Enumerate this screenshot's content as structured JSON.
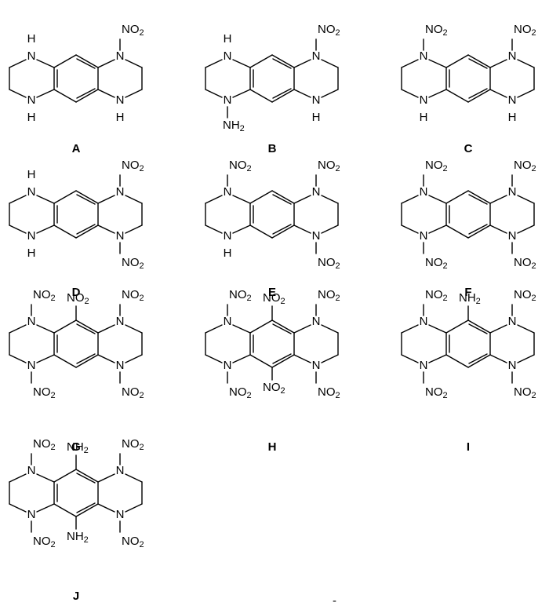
{
  "molecules": [
    {
      "label": "A",
      "nitro_n": [
        "n4"
      ],
      "top": null,
      "bottom": null
    },
    {
      "label": "B",
      "nitro_n": [
        "n4"
      ],
      "amino_n": [
        "n2"
      ],
      "top": null,
      "bottom": null
    },
    {
      "label": "C",
      "nitro_n": [
        "n1",
        "n4"
      ],
      "top": null,
      "bottom": null
    },
    {
      "label": "D",
      "nitro_n": [
        "n4",
        "n3"
      ],
      "top": null,
      "bottom": null
    },
    {
      "label": "E",
      "nitro_n": [
        "n1",
        "n4",
        "n3"
      ],
      "top": null,
      "bottom": null
    },
    {
      "label": "F",
      "nitro_n": [
        "n1",
        "n2",
        "n3",
        "n4"
      ],
      "top": null,
      "bottom": null
    },
    {
      "label": "G",
      "nitro_n": [
        "n1",
        "n2",
        "n3",
        "n4"
      ],
      "top": "NO2",
      "bottom": null
    },
    {
      "label": "H",
      "nitro_n": [
        "n1",
        "n2",
        "n3",
        "n4"
      ],
      "top": "NO2",
      "bottom": "NO2"
    },
    {
      "label": "I",
      "nitro_n": [
        "n1",
        "n2",
        "n3",
        "n4"
      ],
      "top": "NH2",
      "bottom": null
    },
    {
      "label": "J",
      "nitro_n": [
        "n1",
        "n2",
        "n3",
        "n4"
      ],
      "top": "NH2",
      "bottom": "NH2"
    }
  ],
  "text": {
    "nitrogen": "N",
    "hydrogen": "H",
    "nitro": "NO",
    "amine": "NH",
    "sub_2": "2"
  },
  "footer_mark": "-"
}
